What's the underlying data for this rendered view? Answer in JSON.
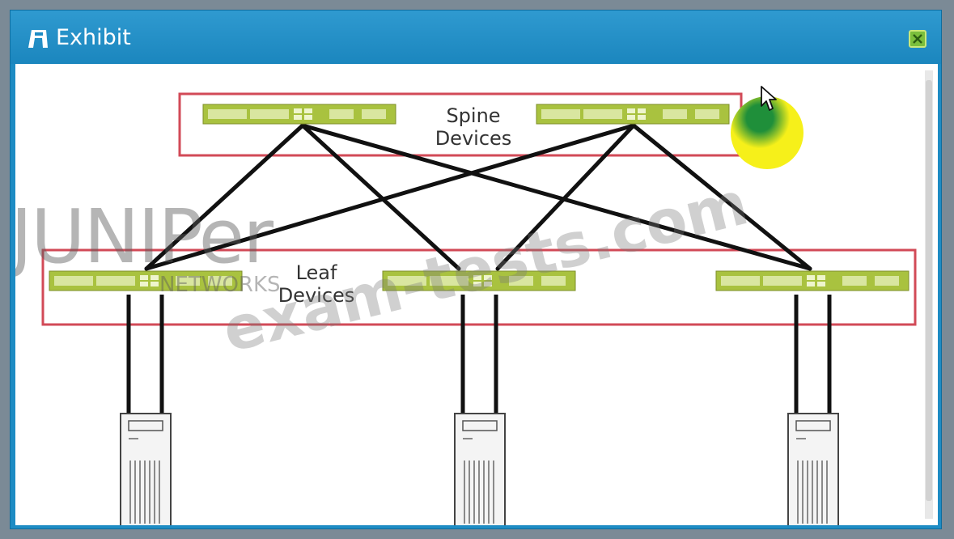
{
  "window": {
    "title": "Exhibit",
    "title_icon": "exhibit-icon",
    "close_icon": "close-icon",
    "colors": {
      "titlebar": "#1e8cc4",
      "close": "#7bbf3c"
    }
  },
  "diagram": {
    "spine_label_line1": "Spine",
    "spine_label_line2": "Devices",
    "leaf_label_line1": "Leaf",
    "leaf_label_line2": "Devices",
    "colors": {
      "device": "#a9c23f",
      "box_border": "#d24a57",
      "link": "#111111"
    }
  },
  "watermarks": {
    "logo_text": "JUNIPer",
    "networks_text": "NETWORKS",
    "site_text": "exam-tests.com"
  }
}
